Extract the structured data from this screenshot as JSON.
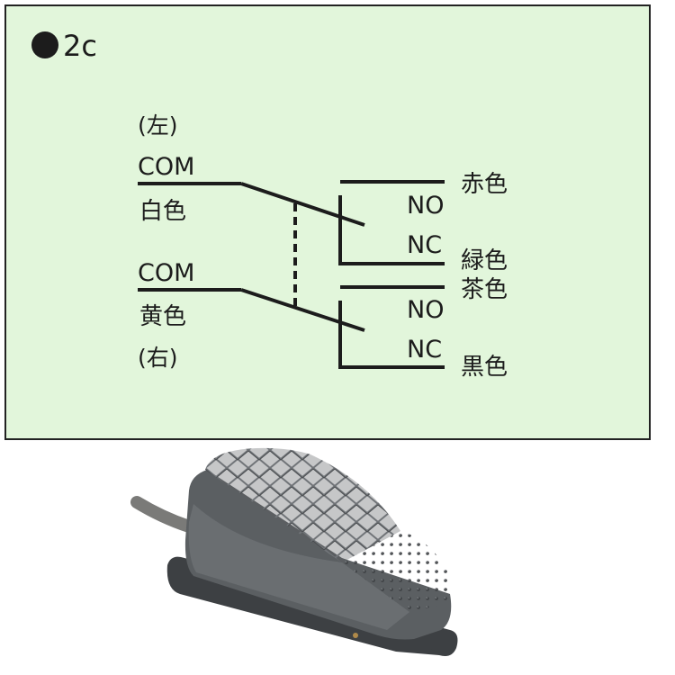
{
  "diagram": {
    "title": "2c",
    "colors": {
      "panel_background": "#e2f6db",
      "panel_border": "#222222",
      "line": "#1c1c1c",
      "pedal_body": "#5b5f62",
      "pedal_dark": "#3d4043",
      "pedal_light": "#7c8084",
      "cable": "#7a7a78"
    },
    "top_switch": {
      "side": "(左)",
      "common": "COM",
      "common_wire": "白色",
      "no_label": "NO",
      "no_wire": "赤色",
      "nc_label": "NC",
      "nc_wire": "緑色"
    },
    "bottom_switch": {
      "side": "(右)",
      "common": "COM",
      "common_wire": "黄色",
      "no_label": "NO",
      "no_wire": "茶色",
      "nc_label": "NC",
      "nc_wire": "黒色"
    },
    "product_image": "foot-pedal-switch"
  }
}
